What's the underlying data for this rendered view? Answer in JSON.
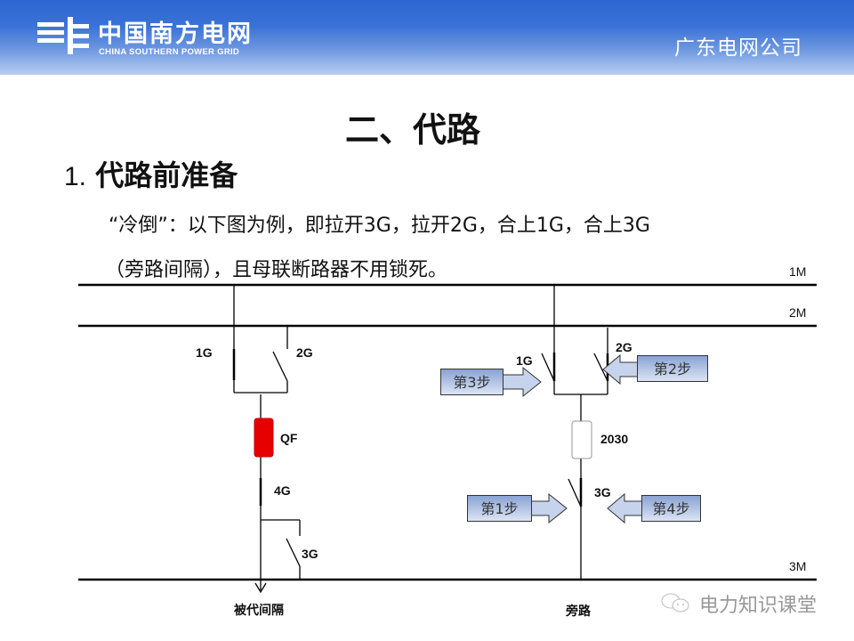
{
  "header": {
    "logo_cn": "中国南方电网",
    "logo_en": "CHINA SOUTHERN POWER GRID",
    "company": "广东电网公司",
    "logo_icon": "csg-logo-icon"
  },
  "title": "二、代路",
  "section": {
    "number": "1.",
    "heading": "代路前准备"
  },
  "paragraph": {
    "line1": "“冷倒”：以下图为例，即拉开3G，拉开2G，合上1G，合上3G",
    "line2": "（旁路间隔），且母联断路器不用锁死。"
  },
  "diagram": {
    "buses": {
      "m1": "1M",
      "m2": "2M",
      "m3": "3M"
    },
    "left_bay": {
      "g1": "1G",
      "g2": "2G",
      "qf": "QF",
      "g4": "4G",
      "g3": "3G",
      "caption": "被代间隔",
      "breaker_color": "#e60000"
    },
    "right_bay": {
      "g1": "1G",
      "g2": "2G",
      "breaker": "2030",
      "g3": "3G",
      "caption": "旁路"
    },
    "steps": [
      {
        "label": "第1步"
      },
      {
        "label": "第2步"
      },
      {
        "label": "第3步"
      },
      {
        "label": "第4步"
      }
    ]
  },
  "watermark": {
    "text": "电力知识课堂",
    "icon": "wechat-icon"
  }
}
